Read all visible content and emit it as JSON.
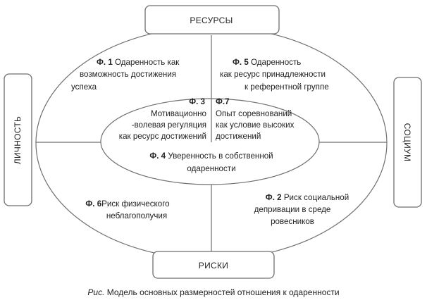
{
  "labels": {
    "top": "РЕСУРСЫ",
    "bottom": "РИСКИ",
    "left": "ЛИЧНОСТЬ",
    "right": "СОЦИУМ"
  },
  "factors": {
    "f1": {
      "id": "Ф. 1",
      "lines": [
        " Одаренность как",
        "возможность достижения",
        "успеха"
      ]
    },
    "f5": {
      "id": "Ф. 5",
      "lines": [
        " Одаренность",
        "как ресурс  принадлежности",
        "к  референтной группе"
      ]
    },
    "f3": {
      "id": "Ф. 3",
      "lines": [
        "Мотивационно",
        "-волевая  регуляция",
        "как ресурс достижений"
      ]
    },
    "f7": {
      "id": "Ф.7",
      "lines": [
        "Опыт соревнований",
        "как условие  высоких",
        "достижений"
      ]
    },
    "f4": {
      "id": "Ф. 4",
      "lines": [
        " Уверенность в собственной",
        "одаренности"
      ]
    },
    "f6": {
      "id": "Ф. 6",
      "lines": [
        "Риск  физического",
        "неблагополучия"
      ]
    },
    "f2": {
      "id": "Ф. 2",
      "lines": [
        " Риск социальной",
        "депривации в среде",
        "ровесников"
      ]
    }
  },
  "caption": {
    "prefix": "Рис.",
    "text": " Модель основных размерностей отношения к одаренности"
  }
}
